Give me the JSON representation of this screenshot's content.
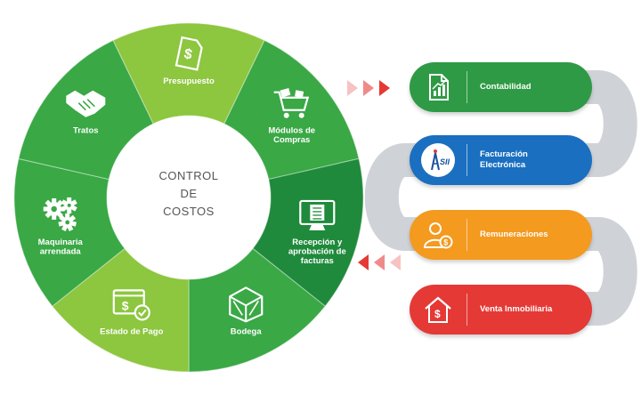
{
  "wheel": {
    "center": [
      "CONTROL",
      "DE",
      "COSTOS"
    ],
    "segments": [
      {
        "id": "presupuesto",
        "lines": [
          "Presupuesto"
        ],
        "icon": "invoice-dollar-icon",
        "color": "#8dc63f"
      },
      {
        "id": "modulos-de-compras",
        "lines": [
          "Módulos de",
          "Compras"
        ],
        "icon": "shopping-cart-icon",
        "color": "#39a845"
      },
      {
        "id": "recepcion-facturas",
        "lines": [
          "Recepción y",
          "aprobación de",
          "facturas"
        ],
        "icon": "monitor-document-icon",
        "color": "#1f8a3b"
      },
      {
        "id": "bodega",
        "lines": [
          "Bodega"
        ],
        "icon": "crate-icon",
        "color": "#39a845"
      },
      {
        "id": "estado-de-pago",
        "lines": [
          "Estado de Pago"
        ],
        "icon": "payment-check-icon",
        "color": "#8dc63f"
      },
      {
        "id": "maquinaria-arrendada",
        "lines": [
          "Maquinaria",
          "arrendada"
        ],
        "icon": "gears-icon",
        "color": "#39a845"
      },
      {
        "id": "tratos",
        "lines": [
          "Tratos"
        ],
        "icon": "handshake-icon",
        "color": "#39a845"
      }
    ]
  },
  "modules": [
    {
      "id": "contabilidad",
      "label": "Contabilidad",
      "color": "#2e9a45",
      "icon": "chart-document-icon"
    },
    {
      "id": "facturacion",
      "label": "Facturación Electrónica",
      "color": "#1a6fc0",
      "icon": "sii-logo-icon"
    },
    {
      "id": "remuneraciones",
      "label": "Remuneraciones",
      "color": "#f39a1f",
      "icon": "person-money-icon"
    },
    {
      "id": "venta-inmobiliaria",
      "label": "Venta Inmobiliaria",
      "color": "#e53935",
      "icon": "house-dollar-icon"
    }
  ],
  "colors": {
    "arrow": "#e53935",
    "ribbon": "#cfd3d7"
  }
}
